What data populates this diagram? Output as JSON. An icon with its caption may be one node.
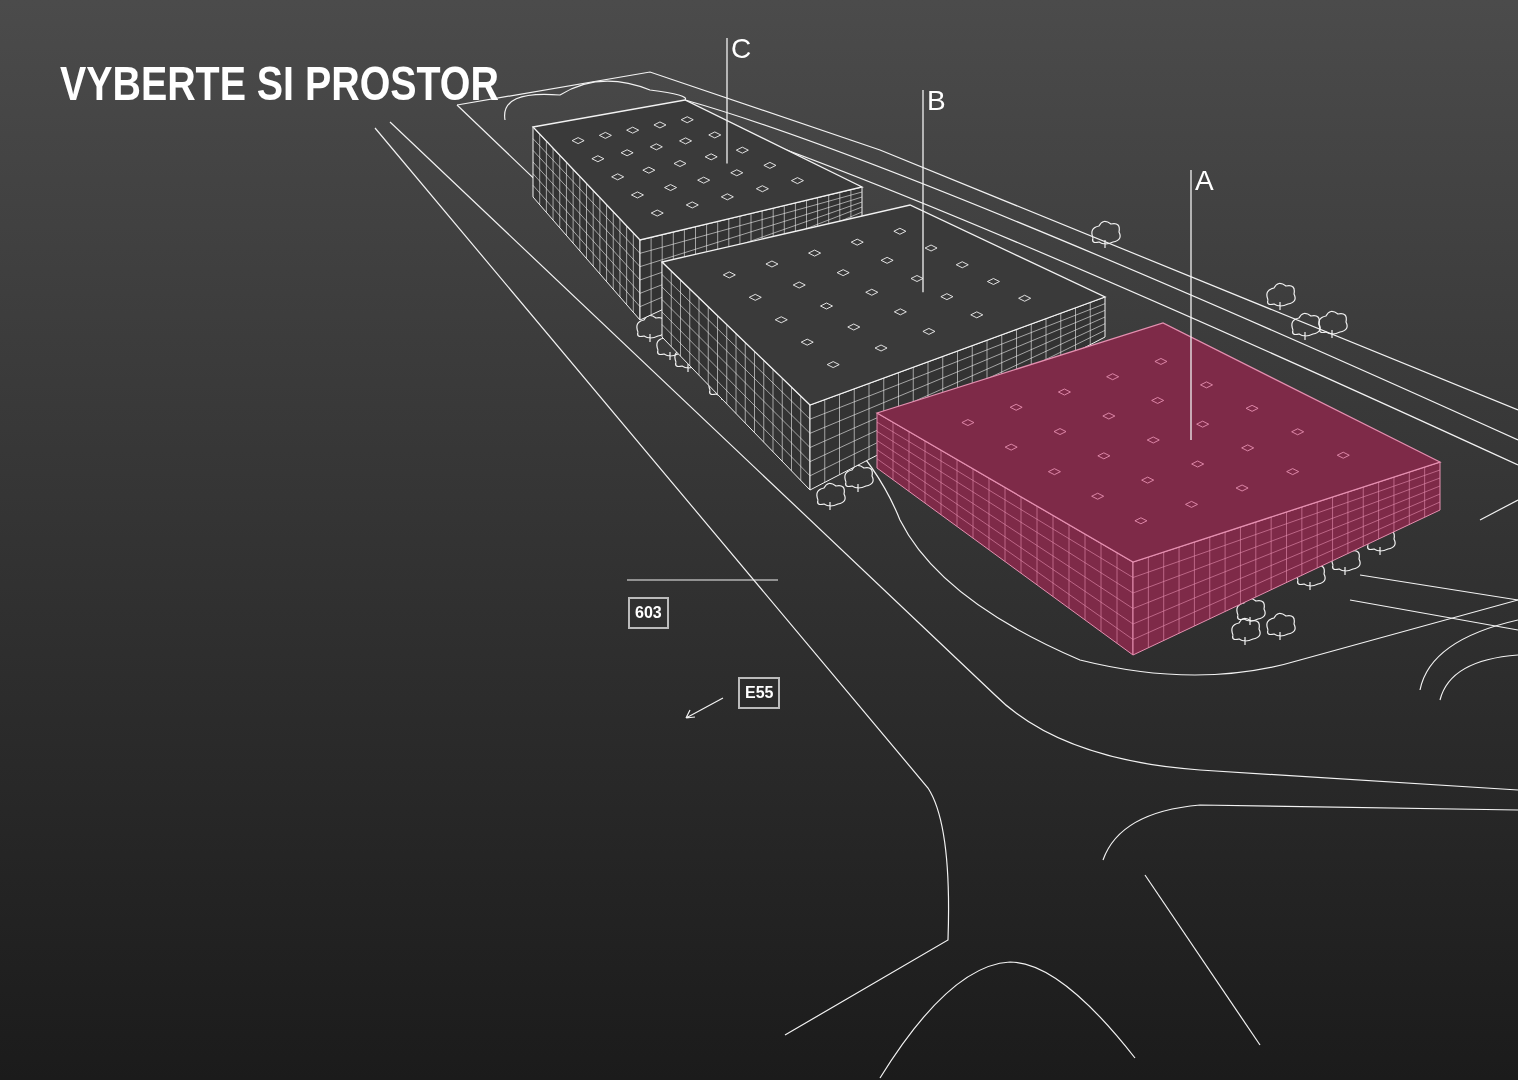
{
  "diagram": {
    "title": "VYBERTE SI PROSTOR",
    "nodes": [
      {
        "text": [
          "C"
        ]
      },
      {
        "text": [
          "B"
        ]
      },
      {
        "text": [
          "A"
        ]
      },
      {
        "text": [],
        "shape": "picture"
      },
      {
        "text": [],
        "shape": "picture"
      },
      {
        "text": [],
        "shape": "picture"
      },
      {
        "text": [
          "603"
        ]
      },
      {
        "text": [
          "E55"
        ]
      }
    ],
    "edges": [
      {
        "from": 0,
        "to": 3,
        "arrow": "none"
      },
      {
        "from": 1,
        "to": 4,
        "arrow": "none"
      },
      {
        "from": 2,
        "to": 5,
        "arrow": "none"
      }
    ]
  }
}
